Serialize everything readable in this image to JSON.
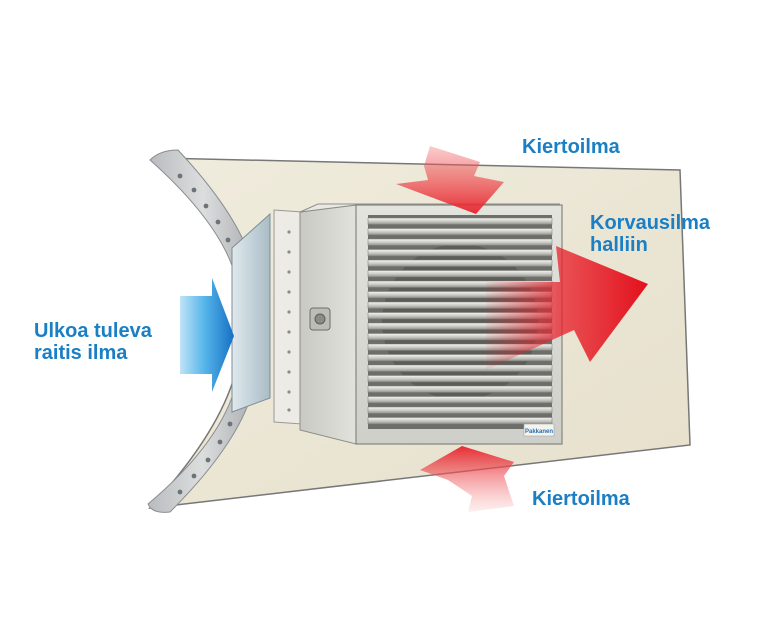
{
  "labels": {
    "recirculation_top": "Kiertoilma",
    "recirculation_bottom": "Kiertoilma",
    "supply_line1": "Korvausilma",
    "supply_line2": "halliin",
    "outdoor_line1": "Ulkoa tuleva",
    "outdoor_line2": "raitis ilma"
  },
  "unit_logo": "Pakkanen",
  "colors": {
    "label_text": "#1a7fc4",
    "warm_arrow": "#e8212b",
    "cold_arrow": "#1e90d8",
    "wall": "#ece7d6",
    "unit_body": "#d9d9d4"
  },
  "icons": {
    "warm_arrow": "arrow-right-red",
    "cold_arrow": "arrow-right-blue"
  }
}
